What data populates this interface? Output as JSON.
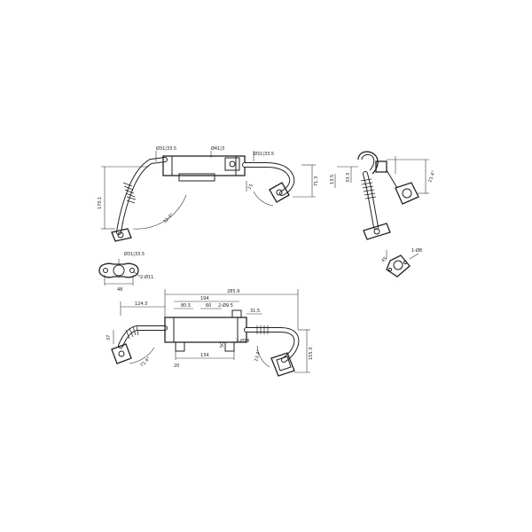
{
  "views": {
    "top_left": {
      "dims": {
        "d1": "Ø31|33.5",
        "d2": "Ø41|3",
        "d3": "Ø31|33.5",
        "d4": "170.1",
        "d5": "32.4°",
        "d6": "15",
        "d7": "71.3"
      }
    },
    "top_right": {
      "dims": {
        "d1": "13.5",
        "d2": "33.3",
        "d3": "21.4°"
      }
    },
    "flange_left": {
      "dims": {
        "d1": "Ø31|33.5",
        "d2": "2-Ø11",
        "d3": "48"
      }
    },
    "flange_right": {
      "dims": {
        "d1": "45",
        "d2": "1-Ø8"
      }
    },
    "bottom": {
      "dims": {
        "d1": "285.9",
        "d2": "124.3",
        "d3": "194",
        "d4": "80.5",
        "d5": "60",
        "d6": "2-Ø9.5",
        "d7": "31.5",
        "d8": "37",
        "d9": "2-Ø18",
        "d10": "20",
        "d11": "134",
        "d12": "50",
        "d13": "71.4°",
        "d14": "23.4°",
        "d15": "155.3"
      }
    }
  }
}
